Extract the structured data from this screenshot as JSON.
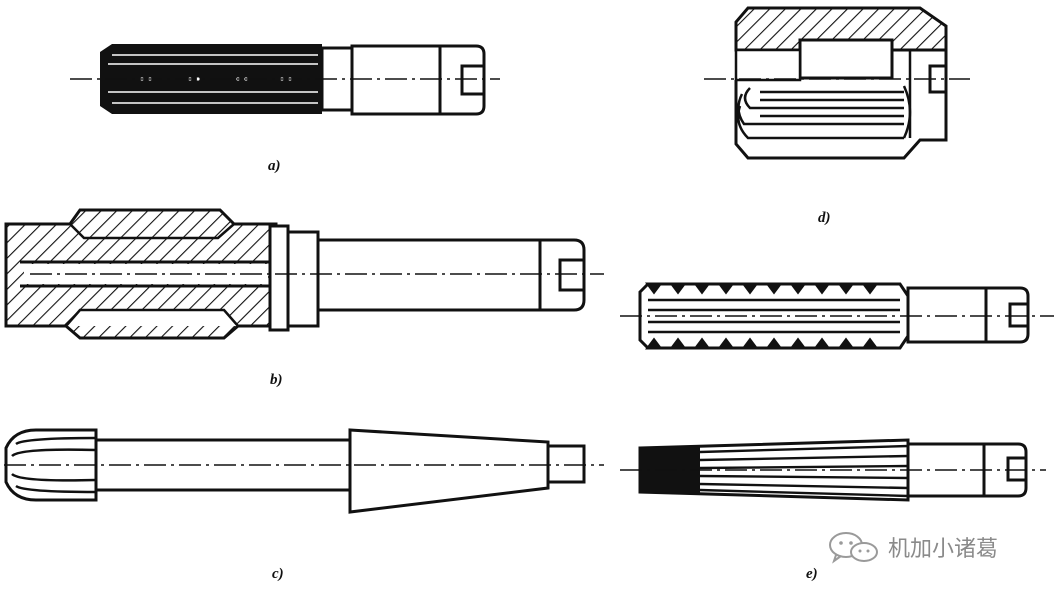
{
  "figure": {
    "captions": {
      "a": "a)",
      "b": "b)",
      "c": "c)",
      "d": "d)",
      "e": "e)"
    }
  },
  "watermark": {
    "text": "机加小诸葛",
    "icon": "wechat-bubble-icon"
  }
}
